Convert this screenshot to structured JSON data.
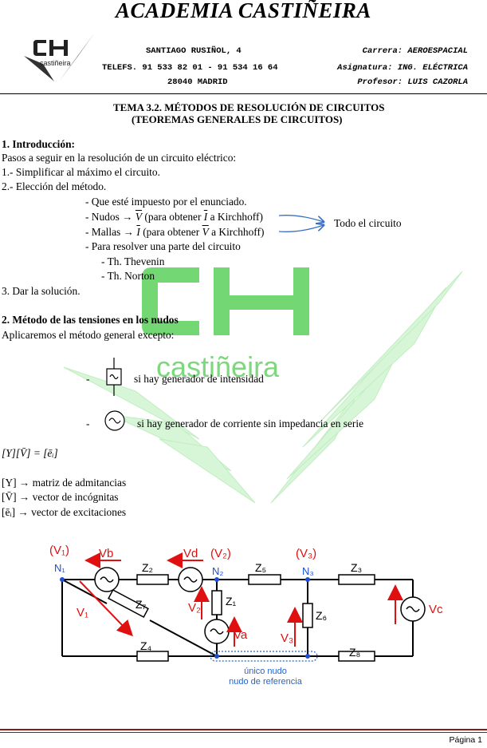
{
  "header": {
    "title": "ACADEMIA CASTIÑEIRA",
    "logo_text": "castiñeira",
    "address_line": "SANTIAGO RUSIÑOL, 4",
    "phone_line": "TELEFS. 91 533 82 01 - 91 534 16 64",
    "city_line": "28040 MADRID",
    "career": "Carrera: AEROESPACIAL",
    "subject": "Asignatura: ING. ELÉCTRICA",
    "professor": "Profesor: LUIS CAZORLA"
  },
  "topic": {
    "line1": "TEMA 3.2.  MÉTODOS DE RESOLUCIÓN DE CIRCUITOS",
    "line2": "(TEOREMAS GENERALES DE CIRCUITOS)"
  },
  "section1": {
    "heading": "1. Introducción:",
    "intro": "Pasos a seguir en la resolución de un circuito eléctrico:",
    "step1": "1.- Simplificar al máximo el circuito.",
    "step2": "2.- Elección del método.",
    "opt_enunciado": "- Que esté impuesto por el enunciado.",
    "opt_nudos_a": "- Nudos →",
    "opt_nudos_b": "(para obtener",
    "opt_nudos_c": "a Kirchhoff)",
    "opt_mallas_a": "- Mallas →",
    "opt_mallas_b": "(para obtener",
    "opt_mallas_c": "a Kirchhoff)",
    "opt_part": "- Para resolver una parte del circuito",
    "opt_thevenin": "- Th. Thevenin",
    "opt_norton": "- Th. Norton",
    "whole_circuit": "Todo el circuito",
    "step3": "3. Dar la solución.",
    "sym_V": "V",
    "sym_I": "I"
  },
  "section2": {
    "heading": "2. Método de las tensiones en los nudos",
    "intro": "Aplicaremos el método general excepto:",
    "except1": "si hay generador de intensidad",
    "except2": "si hay generador de corriente sin impedancia en serie",
    "dash": "-",
    "equation": "[Y][V̄] = [ēᵢ]",
    "def_Y": "[Y] → matriz de admitancias",
    "def_V": "[V̄] → vector de incógnitas",
    "def_e": "[ēᵢ] → vector de excitaciones"
  },
  "circuit": {
    "labels": {
      "v1_top": "(V₁)",
      "vb": "Vb",
      "vd": "Vd",
      "v2_top": "(V₂)",
      "v3_top": "(V₃)",
      "n1": "N₁",
      "n2": "N₂",
      "n3": "N₃",
      "z2": "Z₂",
      "z5": "Z₅",
      "z3": "Z₃",
      "z1": "Z₁",
      "z7": "Z₇",
      "z6": "Z₆",
      "z4": "Z₄",
      "z8": "Z₈",
      "v1_mid": "V₁",
      "v2_mid": "V₂",
      "va": "Va",
      "v3_mid": "V₃",
      "vc": "Vc",
      "ref1": "único nudo",
      "ref2": "nudo de referencia"
    },
    "colors": {
      "voltage": "#e01010",
      "node": "#1a4fd6",
      "ref": "#2a64c8",
      "wire": "#000000"
    }
  },
  "watermark": {
    "text": "castiñeira",
    "color": "#7dd87d"
  },
  "footer": {
    "page": "Página 1"
  }
}
